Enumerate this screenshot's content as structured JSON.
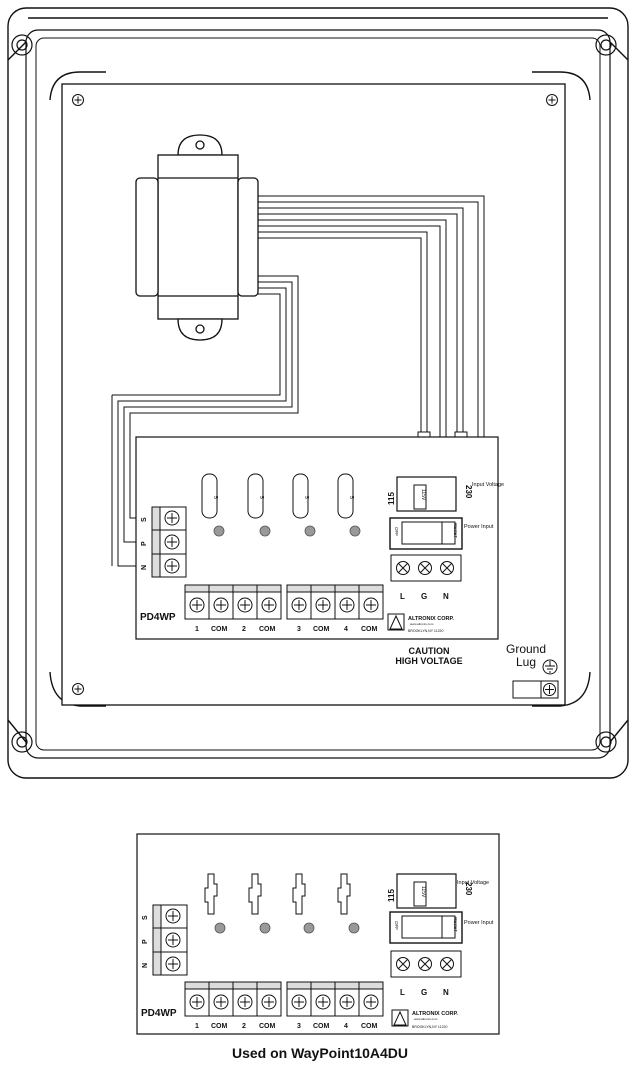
{
  "board": {
    "model": "PD4WP",
    "terminal_labels": [
      "1",
      "COM",
      "2",
      "COM",
      "3",
      "COM",
      "4",
      "COM"
    ],
    "fuse_label": "5",
    "input_terminals": [
      "S",
      "P",
      "N"
    ],
    "voltage_options": [
      "115",
      "230"
    ],
    "voltage_switch_value": "115V",
    "input_voltage_label": "Input Voltage",
    "power_input_label": "Power Input",
    "power_switch_off": "OFF",
    "power_switch_reset": "RESET",
    "mains_terminals": [
      "L",
      "G",
      "N"
    ],
    "manufacturer": "ALTRONIX CORP.",
    "manufacturer_url": "www.altronix.com",
    "manufacturer_address": "BROOKLYN,NY 11220"
  },
  "enclosure": {
    "caution_line1": "CAUTION",
    "caution_line2": "HIGH VOLTAGE",
    "ground_lug_line1": "Ground",
    "ground_lug_line2": "Lug"
  },
  "caption": "Used on WayPoint10A4DU"
}
